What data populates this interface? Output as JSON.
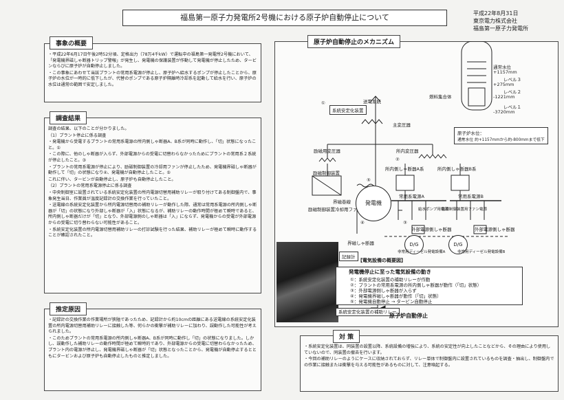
{
  "header": {
    "title": "福島第一原子力発電所2号機における原子炉自動停止について",
    "date": "平成22年8月31日",
    "company": "東京電力株式会社",
    "station": "福島第一原子力発電所"
  },
  "overview": {
    "heading": "事象の概要",
    "paragraphs": [
      "・平成22年6月17日午後2時52分頃、定格出力（78万4千kW）で運転中の福島第一発電所2号機において、「発電機界磁しゃ断器トリップ警報」が発生し、発電機の保護装置が作動して発電機が停止したため、タービンならびに原子炉が自動停止しました。",
      "・この事象にあわせて当該プラントの常用系電源が停止し、原子炉へ給水するポンプが停止したことから、原子炉の水位が一時的に低下したが、代替のポンプである原子炉隔離時冷却系を起動して給水を行い、原子炉の水位は通常の範囲で安定しました。"
    ]
  },
  "investigation": {
    "heading": "調査結果",
    "paragraphs": [
      "調査の結果、以下のことが分かりました。",
      "（1）プラント停止に係る調査",
      "・発電機から受電するプラントの常用系電源の所内側しゃ断器A、B系が同時に動作し、「切」状態になったこと。①",
      "・この際に、他のしゃ断器が入らず、外部電源からの受電に切替わらなかったためにプラントの常用系２系統が停止したこと。③",
      "・プラントの常用系電源が停止により、励磁制御装置の冷却用ファンが停止したため、発電機界磁しゃ断器が動作して「切」の状態になり④、発電機が自動停止したこと。⑤",
      "これに伴い、タービンが自動停止し、原子炉も自動停止したこと。",
      "（2）プラントの常用系電源停止に係る調査",
      "・中央制御室に設置されている系統安定化装置の所内電源切替用補助リレーが取り付けてある制御盤内で、事象発生当日、作業員が温度記録計の交換作業を行っていたこと。",
      "・送電線の系統安定化装置から所内電源切替用の補助リレーが動作した際、通常は常用系電源の所内側しゃ断器が「切」の状態になり外部しゃ断器が「入」状態になるが、補助リレーの動作時間が極めて瞬時であると、所内側しゃ断器だけが「切」となり、外部電源側のしゃ断器は「入」にならず、発電機からの受電が外部電源からの受電に切り替わらない可能性があること。",
      "・系統安定化装置の所内電源切替用補助リレーの打診試験を行った結果、補助リレーが極めて瞬時に動作することが確認されたこと。"
    ]
  },
  "cause": {
    "heading": "推定原因",
    "paragraphs": [
      "・記録計の交換作業の作業場所が狭隘であったため、記録計から約10cmの距離にある送電線の系統安定化装置の所内電源切替用補助リレーに接触した等、何らかの衝撃が補助リレーに加わり、誤動作した可能性が考えられました。",
      "・このためプラントの常用系電源の所内側しゃ断器A、B系が同時に動作し「切」の状態になりました。しかし、誤動作した補助リレーの動作時間が極めて瞬時的であり、外部電源からの受電に切替わらなかったため、プラント内の電源が停止し、発電機界磁しゃ断器が「切」状態となったことから、発電機が自動停止するとともにタービンおよび原子炉も自動停止したものと推定しました。"
    ]
  },
  "mechanism": {
    "heading": "原子炉自動停止のメカニズム",
    "labels": {
      "grid": "送電系統",
      "stability": "系統安定化装置",
      "main_tr": "主変圧器",
      "exc_tr": "励磁用変圧器",
      "house_tr": "所内変圧器",
      "exc_ctrl": "励磁制御装置",
      "fan": "励磁制御装置冷却用ファン",
      "field_gen": "界磁巻線",
      "generator": "発電機",
      "field_cb": "界磁しゃ断器",
      "house_cb": "所内側しゃ断器A系",
      "house_cb_b": "所内側しゃ断器B系",
      "bus_a": "常用系電源A",
      "bus_b": "常用系電源B",
      "pump": "給水ポンプ用電源",
      "fan_pw": "励磁制御装置用ファン電源",
      "ext_cb": "外部電源側しゃ断器",
      "dg_a": "非常用ディーゼル発電設備A",
      "dg_b": "非常用ディーゼル発電設備B",
      "dg": "D/G",
      "recorder": "記録計",
      "stab_relay": "系統安定化装置の補助リレー",
      "scram": "原子炉自動停止",
      "power_overview": "【電気設備の概要図】"
    },
    "circles": [
      "①",
      "②",
      "③",
      "④",
      "⑤"
    ],
    "reactor": {
      "normal_level": "通常水位",
      "l3": "レベル３",
      "l2": "レベル２",
      "l1": "レベル１",
      "v1": "+1157mm",
      "v2": "+275mm",
      "v3": "-1221mm",
      "v4": "-3720mm",
      "fuel": "燃料集合体",
      "note_title": "原子炉水位：",
      "note": "通常水位 約+1157mmから約-800mmまで低下"
    },
    "sequence_title": "発電機停止に至った電気設備の動き",
    "sequence": [
      "①：系統安定化装置の補助リレーが作動",
      "②：プラントの常用系電源の所内側しゃ断器が動作（「切」状態）",
      "③：外部電源側しゃ断器が入らず",
      "④：発電機界磁しゃ断器が動作（「切」状態）",
      "⑤：発電機自動停止 → タービン自動停止"
    ]
  },
  "countermeasure": {
    "heading": "対 策",
    "paragraphs": [
      "・系統安定化装置は、同装置の設置以降、系統設備の増強により、系統の安定性が向上したことなどから、その理由により使用していないので、同装置の撤去を行います。",
      "・今回の補助リレーのようにケースに収納されておらず、リレー単体で制御盤内に設置されているものを調査・抽出し、制御盤内での作業に接触または衝撃を与える可能性があるものに対して、注意喚起する。"
    ]
  },
  "colors": {
    "line": "#222222",
    "panel_bg": "#fbfbfa",
    "page_bg": "#f3f3f1"
  }
}
